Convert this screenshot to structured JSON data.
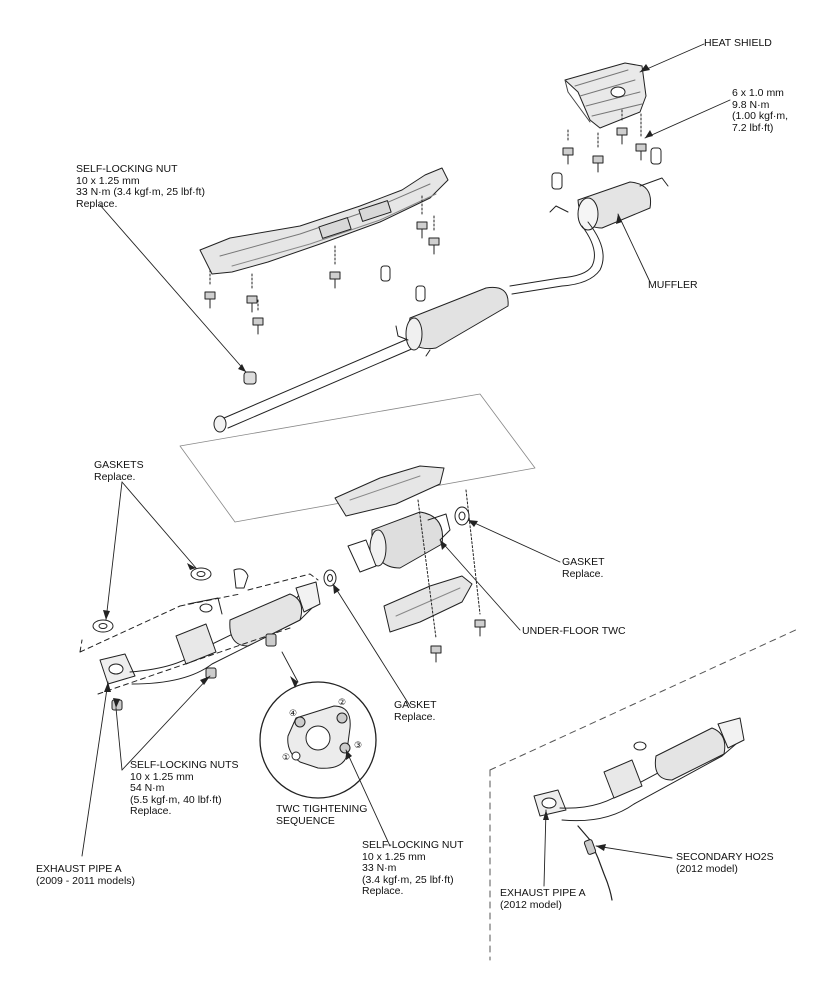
{
  "diagram": {
    "labels": {
      "heat_shield": [
        "HEAT SHIELD"
      ],
      "bolt_spec": [
        "6 x 1.0 mm",
        "9.8 N·m",
        "(1.00 kgf·m,",
        "7.2 lbf·ft)"
      ],
      "self_locking_nut_top": [
        "SELF-LOCKING NUT",
        "10 x 1.25 mm",
        "33 N·m (3.4 kgf·m, 25 lbf·ft)",
        "Replace."
      ],
      "muffler": [
        "MUFFLER"
      ],
      "gaskets": [
        "GASKETS",
        "Replace."
      ],
      "gasket_right": [
        "GASKET",
        "Replace."
      ],
      "under_floor_twc": [
        "UNDER-FLOOR TWC"
      ],
      "gasket_mid": [
        "GASKET",
        "Replace."
      ],
      "self_locking_nuts": [
        "SELF-LOCKING NUTS",
        "10 x 1.25 mm",
        "54 N·m",
        "(5.5 kgf·m, 40 lbf·ft)",
        "Replace."
      ],
      "twc_sequence": [
        "TWC TIGHTENING",
        "SEQUENCE"
      ],
      "self_locking_nut_bottom": [
        "SELF-LOCKING NUT",
        "10 x 1.25 mm",
        "33 N·m",
        "(3.4 kgf·m, 25 lbf·ft)",
        "Replace."
      ],
      "exhaust_pipe_a_old": [
        "EXHAUST PIPE A",
        "(2009 - 2011 models)"
      ],
      "secondary_ho2s": [
        "SECONDARY HO2S",
        "(2012 model)"
      ],
      "exhaust_pipe_a_new": [
        "EXHAUST PIPE A",
        "(2012 model)"
      ]
    },
    "sequence_numbers": [
      "①",
      "②",
      "③",
      "④"
    ]
  }
}
